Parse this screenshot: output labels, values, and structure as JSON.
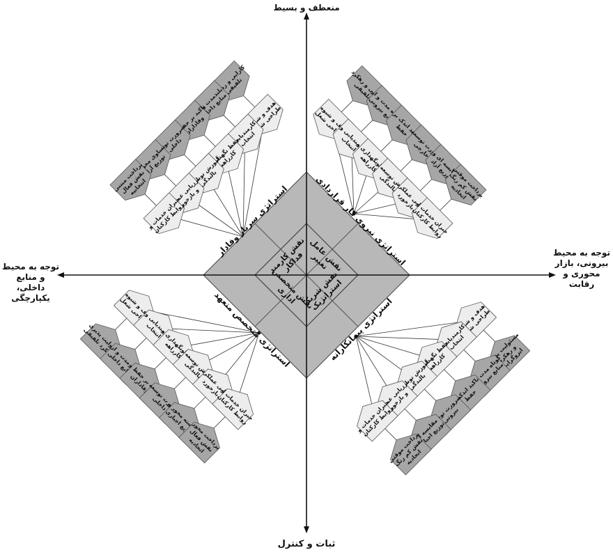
{
  "axes": {
    "top": "منعطف و بسیط",
    "bottom": "ثبات و کنترل",
    "left_line1": "توجه به محیط",
    "left_line2": "و منابع داخلی،",
    "left_line3": "یکپارچگی",
    "right_line1": "توجه به محیط",
    "right_line2": "بیرونی، بازار",
    "right_line3": "محوری و رقابت"
  },
  "center": {
    "strategies": {
      "top_left": "استراتژی سرباز وفادار",
      "top_right": "استراتژی نیروی کار قراردادی",
      "bottom_left": "استراتژی متخصص متعهد",
      "bottom_right": "استراتژی پیمانکارانه"
    },
    "roles": {
      "top_left": "نقش کارمند فداکار",
      "top_right": "نقش عامل تغییر",
      "bottom_left": "نقش متخصص اداری",
      "bottom_right": "نقش شریک استراتژیک"
    }
  },
  "quadrants": {
    "top_left": {
      "inner": [
        "هدف و شیوه طراحی شغل",
        "کارمندیابی و انتخاب",
        "حفظ نگهداری و کارراهه",
        "آموزش توسعه و بالندگی",
        "ارزیابی عملکرد و بازخورد",
        "جبران خدمات و روابط کارکنان"
      ],
      "outer": [
        "کارایی و رهکرد تلفیقی",
        "بلندمدت و از منابع داخلی",
        "تاکید بر حفظ و وفاداران",
        "ضرورت توسعه داخلی",
        "تساوی محور و توزیع آزاد",
        "پرداخت مبتنی نقش فعال انتخابیه"
      ]
    },
    "top_right": {
      "inner": [
        "هدف و شیوه طراحی شغل",
        "کارمندیابی و انتخاب",
        "حفظ نگهداری و کارراهه",
        "آموزش توسعه و بالندگی",
        "ارزیابی عملکرد و بازخورد",
        "جبران خدمات و روابط کارکنان"
      ],
      "outer": [
        "کارایی و رهکرد تلفیقی",
        "کوتاه مدت و از منابع بیرونی",
        "تاکید اندک بر حفظ",
        "ضرورت توسعه خارجی",
        "مقایسه ای و توزیع آزاد",
        "پرداخت موقتی نقش کم رنگ اتحادیه"
      ]
    },
    "bottom_left": {
      "inner": [
        "هدف و شیوه طراحی شغل",
        "کارمندیابی و انتخاب",
        "حفظ نگهداری و کارراهه",
        "آموزش توسعه و بالندگی",
        "ارزیابی عملکرد و بازخورد",
        "جبران خدمات و روابط کارکنان"
      ],
      "outer": [
        "مسئولیت پذیری و رهکرد تلفیقی",
        "بلند مدت و از منابع داخلی",
        "تاکید بر حفظ و وفاداران",
        "ضرورت توسعه داخلی",
        "شایسته محور و توزیع اجباری",
        "پرداخت محور نقش فعال اتحادیه"
      ]
    },
    "bottom_right": {
      "inner": [
        "هدف و شیوه طراحی شغل",
        "کارمندیابی و انتخاب",
        "حفظ نگهداری و کارراهه",
        "آموزش توسعه و بالندگی",
        "ارزیابی عملکرد و بازخورد",
        "جبران خدمات و روابط کارکنان"
      ],
      "outer": [
        "مسئولیت پذیری و رهکرد ایزوگرایی",
        "کوتاه مدت و از منابع بیرونی",
        "تاکید اندک بر حفظ",
        "ضرورت توسعه بیرونی",
        "مقایسه ای توزیع اجباری",
        "پرداخت موقتی نقش کم رنگ اتحادیه"
      ]
    }
  },
  "colors": {
    "center_fill": "#b8b8b8",
    "outer_box_fill": "#a6a6a6",
    "inner_box_fill": "#ededed",
    "line": "#333333"
  }
}
